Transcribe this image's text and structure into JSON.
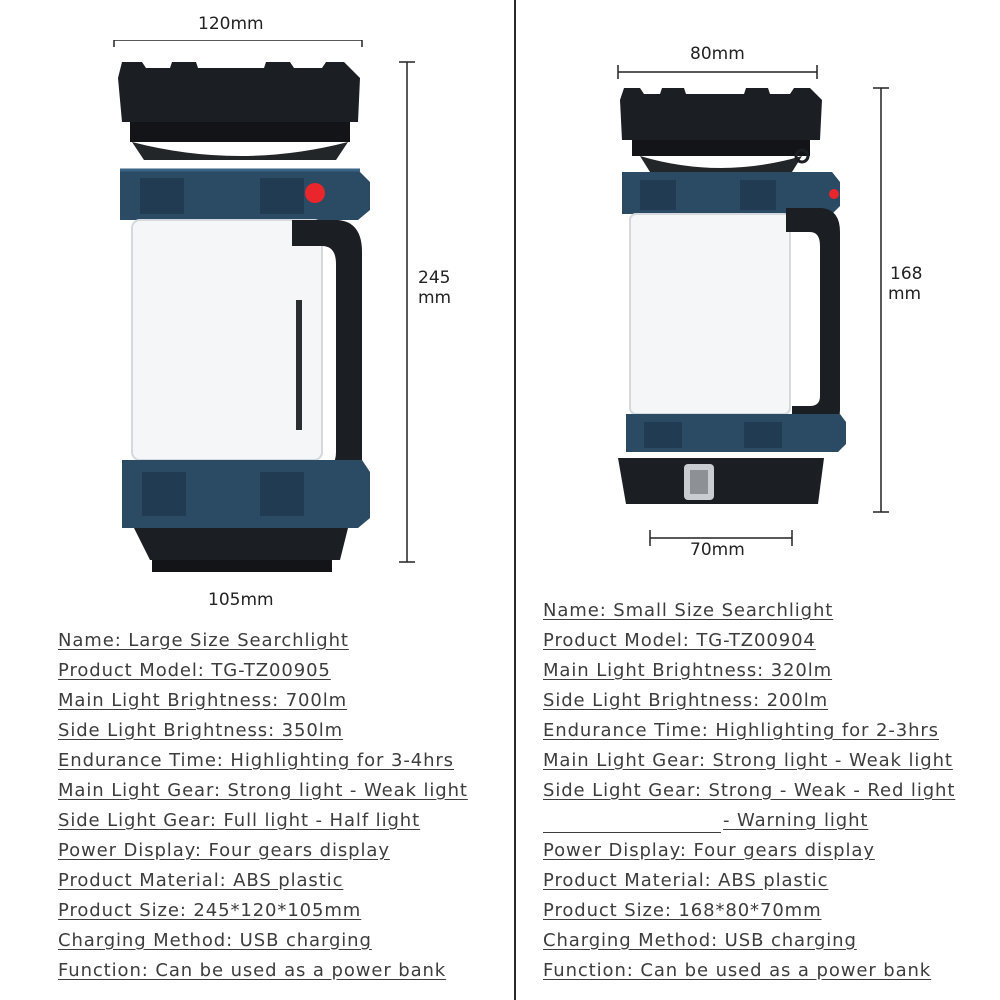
{
  "left": {
    "dims": {
      "width": "120mm",
      "height_value": "245",
      "height_unit": "mm",
      "base": "105mm"
    },
    "specs": [
      "Name: Large Size Searchlight",
      "Product Model: TG-TZ00905",
      "Main Light Brightness: 700lm",
      "Side Light Brightness: 350lm",
      "Endurance Time: Highlighting for 3-4hrs",
      "Main Light Gear: Strong light - Weak light",
      "Side Light Gear: Full light - Half light",
      "Power Display: Four gears display",
      "Product Material: ABS plastic",
      "Product Size: 245*120*105mm",
      "Charging Method: USB charging",
      "Function: Can be used as a power bank"
    ]
  },
  "right": {
    "dims": {
      "width": "80mm",
      "height_value": "168",
      "height_unit": "mm",
      "base": "70mm"
    },
    "specs": [
      "Name: Small Size Searchlight",
      "Product Model: TG-TZ00904",
      "Main Light Brightness: 320lm",
      "Side Light Brightness: 200lm",
      "Endurance Time: Highlighting for 2-3hrs",
      "Main Light Gear: Strong light - Weak light",
      "Side Light Gear: Strong - Weak - Red light",
      "- Warning light",
      "Power Display: Four gears display",
      "Product Material: ABS plastic",
      "Product Size: 168*80*70mm",
      "Charging Method: USB charging",
      "Function: Can be used as a power bank"
    ]
  },
  "colors": {
    "body": "#1b1e22",
    "ring": "#2b4a63",
    "lamp": "#f4f6f8",
    "red_button": "#e8262b"
  }
}
